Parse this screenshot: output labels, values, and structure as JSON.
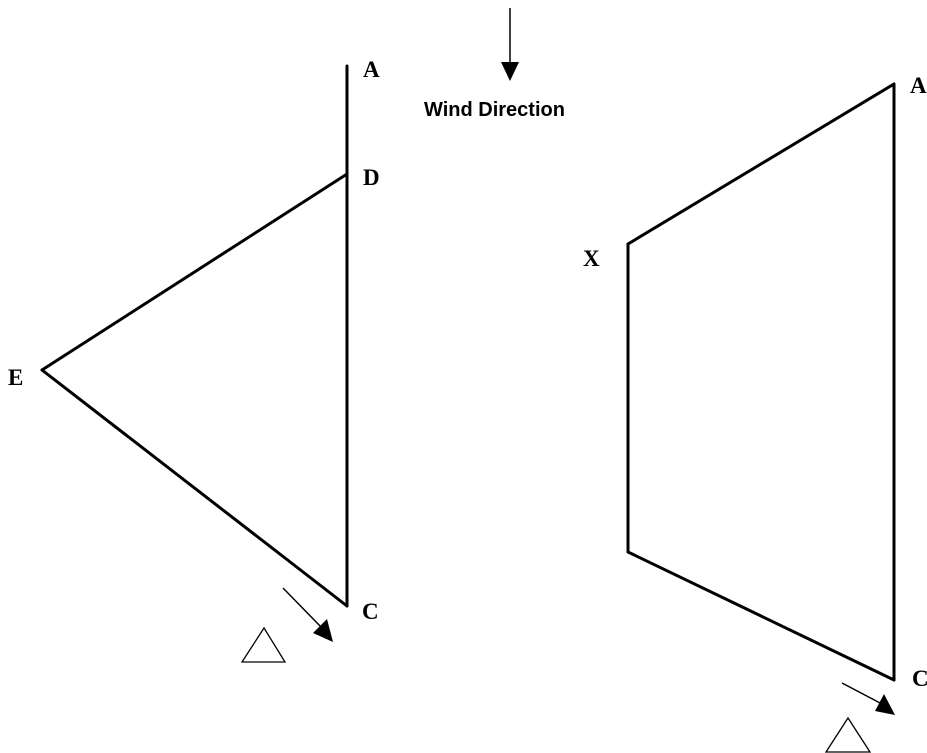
{
  "wind": {
    "label": "Wind Direction"
  },
  "left_figure": {
    "labels": {
      "a": "A",
      "d": "D",
      "e": "E",
      "c": "C"
    }
  },
  "right_figure": {
    "labels": {
      "a": "A",
      "x": "X",
      "c": "C"
    }
  }
}
